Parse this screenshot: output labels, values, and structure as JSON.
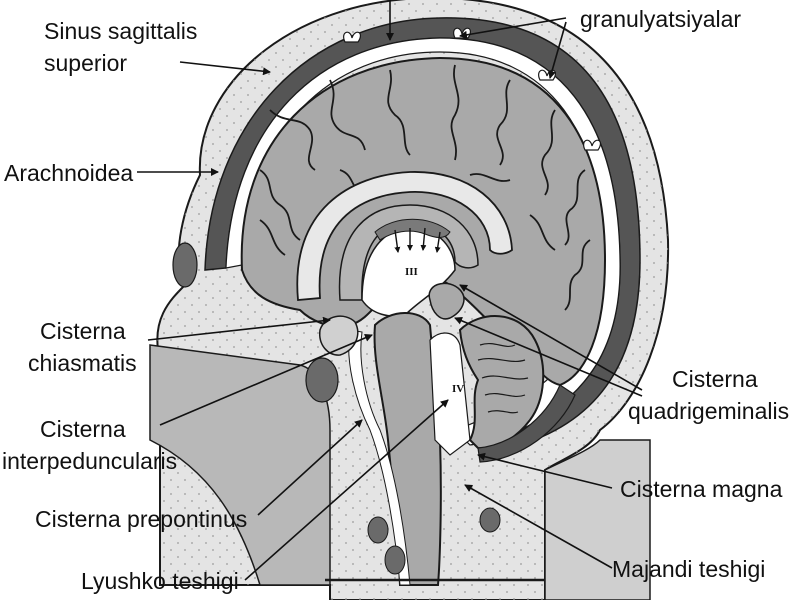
{
  "labels": {
    "sinus_line1": "Sinus sagittalis",
    "sinus_line2": "superior",
    "granulations": "granulyatsiyalar",
    "arachnoidea": "Arachnoidea",
    "chiasmatis_line1": "Cisterna",
    "chiasmatis_line2": "chiasmatis",
    "interped_line1": "Cisterna",
    "interped_line2": "interpeduncularis",
    "prepontinus": "Cisterna prepontinus",
    "lyushko": "Lyushko teshigi",
    "quadri_line1": "Cisterna",
    "quadri_line2": "quadrigeminalis",
    "magna": "Cisterna magna",
    "majandi": "Majandi teshigi"
  },
  "ventricle_marks": {
    "third": "III",
    "fourth": "IV"
  },
  "colors": {
    "skull": "#e4e4e4",
    "brain": "#a9a9a9",
    "sinus": "#555555",
    "outline": "#1a1a1a",
    "csf": "#ffffff"
  }
}
